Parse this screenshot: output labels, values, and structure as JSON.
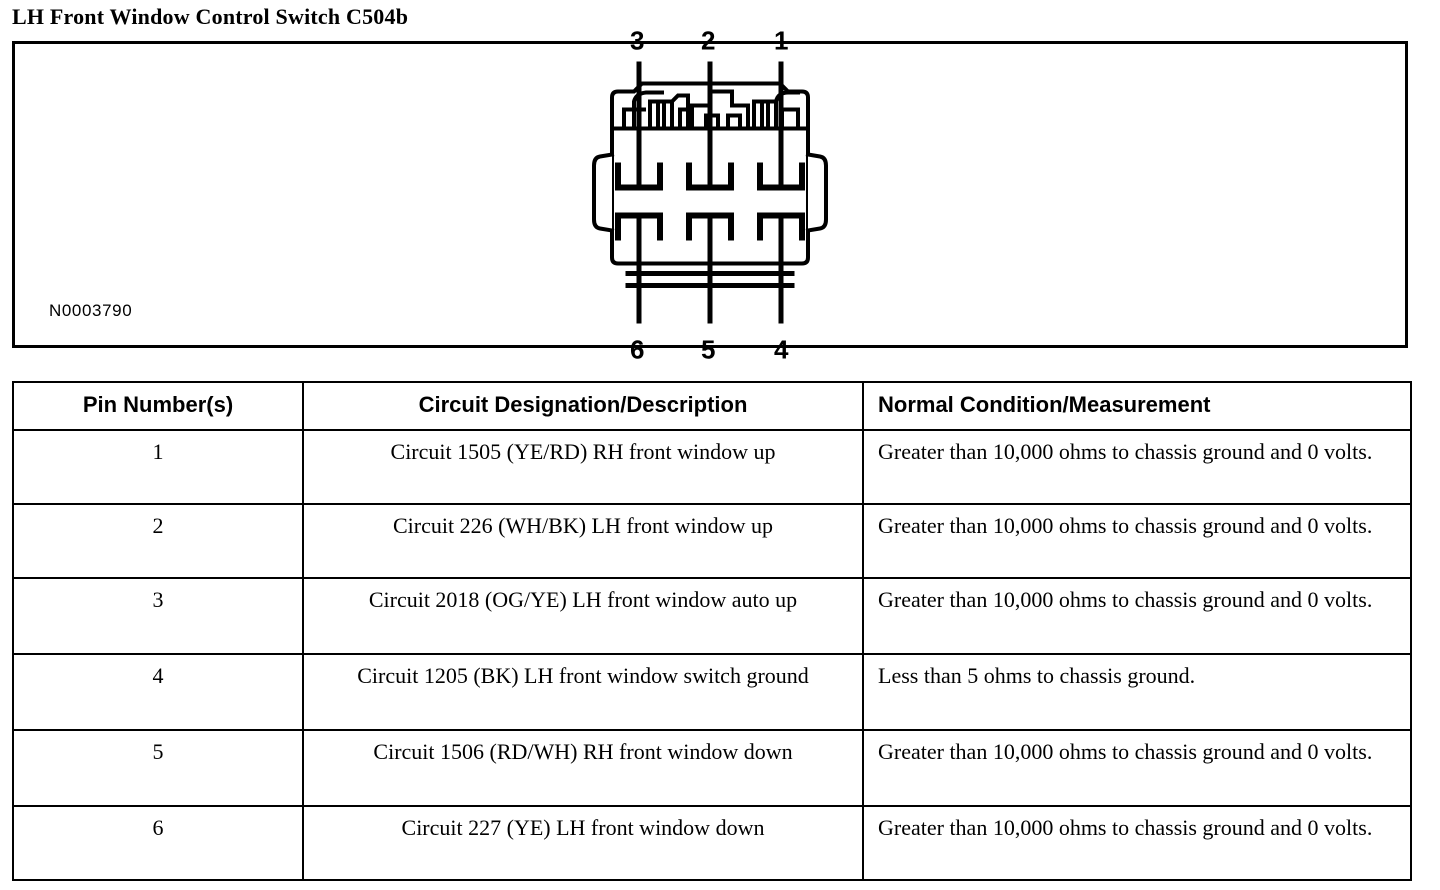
{
  "title": "LH Front Window Control Switch C504b",
  "diagram": {
    "id_label": "N0003790",
    "pin_labels_top": [
      "3",
      "2",
      "1"
    ],
    "pin_labels_bottom": [
      "6",
      "5",
      "4"
    ],
    "connector_type": "6-cavity-connector-face-view"
  },
  "table": {
    "headers": [
      "Pin Number(s)",
      "Circuit Designation/Description",
      "Normal Condition/Measurement"
    ],
    "rows": [
      {
        "pin": "1",
        "description": "Circuit 1505 (YE/RD) RH front window up",
        "measurement": "Greater than 10,000 ohms to chassis ground and 0 volts."
      },
      {
        "pin": "2",
        "description": "Circuit 226 (WH/BK) LH front window up",
        "measurement": "Greater than 10,000 ohms to chassis ground and 0 volts."
      },
      {
        "pin": "3",
        "description": "Circuit 2018 (OG/YE) LH front window auto up",
        "measurement": "Greater than 10,000 ohms to chassis ground and 0 volts."
      },
      {
        "pin": "4",
        "description": "Circuit 1205 (BK) LH front window switch ground",
        "measurement": "Less than 5 ohms to chassis ground."
      },
      {
        "pin": "5",
        "description": "Circuit 1506 (RD/WH) RH front window down",
        "measurement": "Greater than 10,000 ohms to chassis ground and 0 volts."
      },
      {
        "pin": "6",
        "description": "Circuit 227 (YE) LH front window down",
        "measurement": "Greater than 10,000 ohms to chassis ground and 0 volts."
      }
    ]
  },
  "colors": {
    "ink": "#000000",
    "paper": "#ffffff"
  }
}
